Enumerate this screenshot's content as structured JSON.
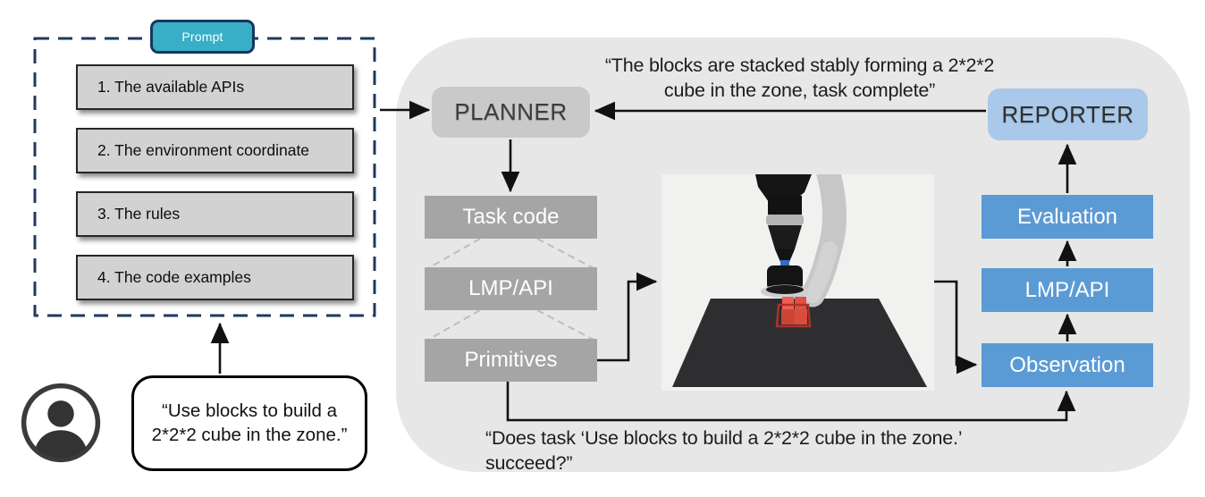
{
  "prompt_panel": {
    "tab_label": "Prompt",
    "items": [
      {
        "label": "1. The available APIs"
      },
      {
        "label": "2. The environment coordinate"
      },
      {
        "label": "3. The rules"
      },
      {
        "label": "4. The code examples"
      }
    ]
  },
  "user": {
    "avatar_icon": "person-icon",
    "utterance": "“Use blocks to build a 2*2*2 cube in the zone.”"
  },
  "loop": {
    "planner_label": "PLANNER",
    "reporter_label": "REPORTER",
    "report_text": "“The blocks are stacked stably forming a 2*2*2 cube in the zone, task complete”",
    "query_text": "“Does task ‘Use blocks to build a 2*2*2 cube in the zone.’ succeed?”",
    "code_stack": [
      {
        "label": "Task code"
      },
      {
        "label": "LMP/API"
      },
      {
        "label": "Primitives"
      }
    ],
    "feedback_stack": [
      {
        "label": "Evaluation"
      },
      {
        "label": "LMP/API"
      },
      {
        "label": "Observation"
      }
    ]
  },
  "colors": {
    "prompt_tab": "#38aec7",
    "prompt_tab_border": "#17365d",
    "dashed_border": "#1e3a5e",
    "prompt_box_fill": "#d2d2d2",
    "planner_fill": "#c9c9c9",
    "reporter_fill": "#aac8e9",
    "code_stack_fill": "#a5a5a5",
    "feedback_stack_fill": "#5b9bd5",
    "container_fill": "#e7e7e7",
    "block_red": "#d84b3f",
    "arrow": "#111111"
  }
}
